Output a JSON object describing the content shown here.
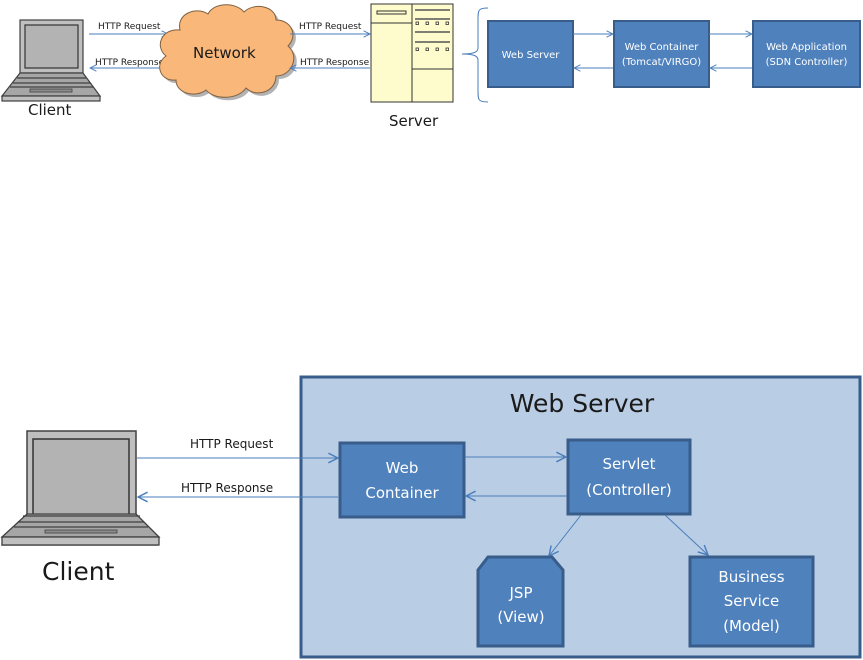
{
  "colors": {
    "box_fill": "#4f81bd",
    "box_stroke": "#385d8a",
    "arrow": "#4a7ebb",
    "cloud_fill": "#f9b77a",
    "server_fill": "#fefbcc",
    "container_fill": "#b9cde5",
    "laptop_fill": "#bfbfbf"
  },
  "top_diagram": {
    "client_label": "Client",
    "network_label": "Network",
    "server_label": "Server",
    "client_to_network": {
      "request": "HTTP Request",
      "response": "HTTP Response"
    },
    "network_to_server": {
      "request": "HTTP Request",
      "response": "HTTP Response"
    },
    "server_components": [
      {
        "line1": "Web Server",
        "line2": ""
      },
      {
        "line1": "Web Container",
        "line2": "(Tomcat/VIRGO)"
      },
      {
        "line1": "Web Application",
        "line2": "(SDN Controller)"
      }
    ]
  },
  "bottom_diagram": {
    "client_label": "Client",
    "request_label": "HTTP Request",
    "response_label": "HTTP Response",
    "container_title": "Web Server",
    "web_container": {
      "line1": "Web",
      "line2": "Container"
    },
    "servlet": {
      "line1": "Servlet",
      "line2": "(Controller)"
    },
    "jsp": {
      "line1": "JSP",
      "line2": "(View)"
    },
    "business": {
      "line1": "Business",
      "line2": "Service",
      "line3": "(Model)"
    }
  }
}
